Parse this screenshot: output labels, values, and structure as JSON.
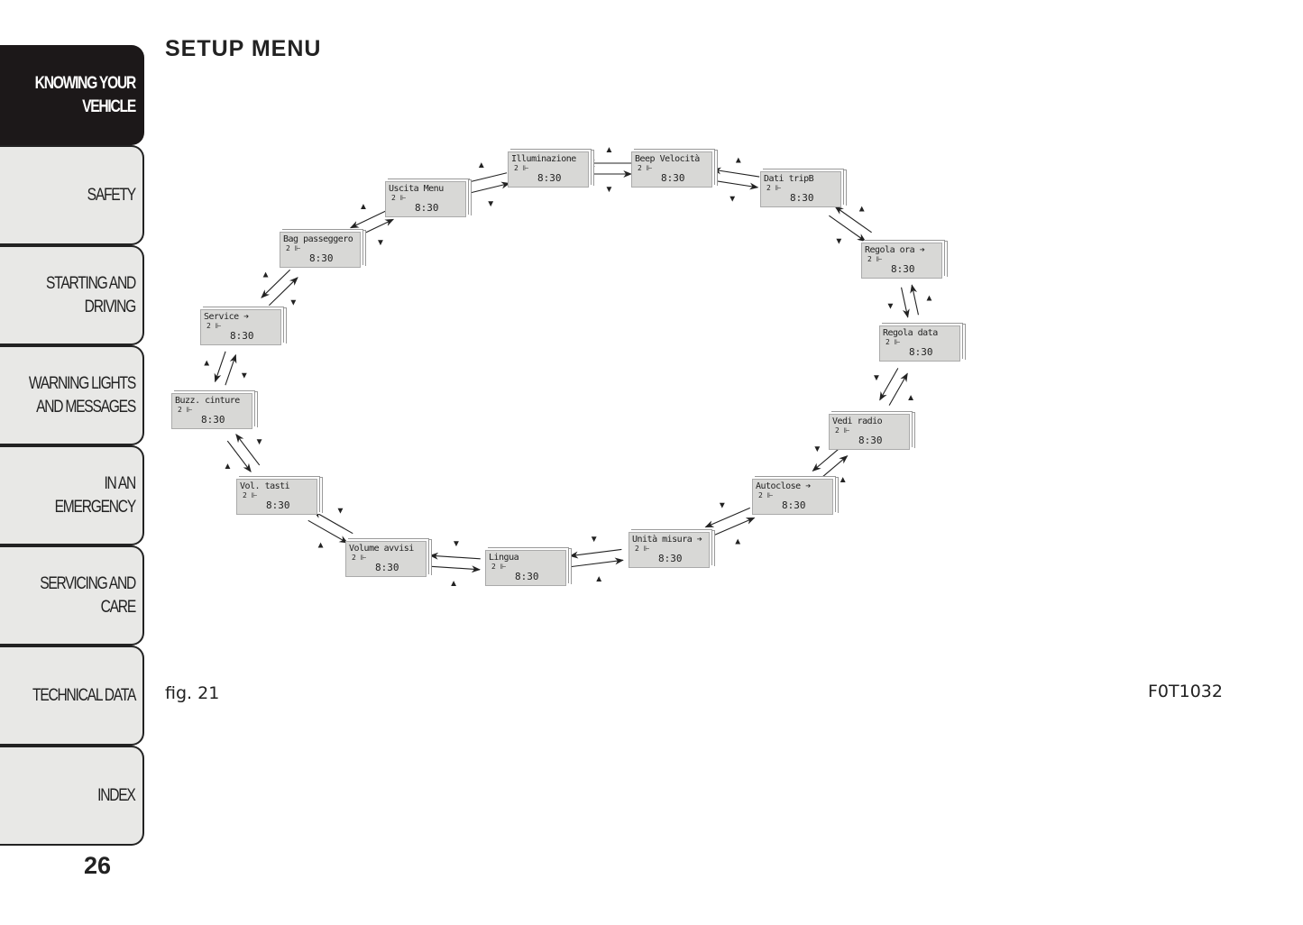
{
  "sidebar": {
    "tabs": [
      {
        "label": "KNOWING YOUR VEHICLE",
        "active": true
      },
      {
        "label": "SAFETY"
      },
      {
        "label": "STARTING AND DRIVING"
      },
      {
        "label": "WARNING LIGHTS AND MESSAGES"
      },
      {
        "label": "IN AN EMERGENCY"
      },
      {
        "label": "SERVICING AND CARE"
      },
      {
        "label": "TECHNICAL DATA"
      },
      {
        "label": "INDEX"
      }
    ]
  },
  "page_title": "SETUP MENU",
  "page_number": "26",
  "figure": {
    "caption": "fig. 21",
    "code": "F0T1032",
    "icons": {
      "up": "up-triangle-icon",
      "down": "down-triangle-icon"
    },
    "screens": [
      {
        "label": "Illuminazione",
        "indicator": "2 ⊩",
        "time": "8:30"
      },
      {
        "label": "Beep Velocità",
        "indicator": "2 ⊩",
        "time": "8:30"
      },
      {
        "label": "Dati tripB",
        "indicator": "2 ⊩",
        "time": "8:30"
      },
      {
        "label": "Regola ora ➔",
        "indicator": "2 ⊩",
        "time": "8:30"
      },
      {
        "label": "Regola data",
        "indicator": "2 ⊩",
        "time": "8:30"
      },
      {
        "label": "Vedi radio",
        "indicator": "2 ⊩",
        "time": "8:30"
      },
      {
        "label": "Autoclose ➔",
        "indicator": "2 ⊩",
        "time": "8:30"
      },
      {
        "label": "Unità misura ➔",
        "indicator": "2 ⊩",
        "time": "8:30"
      },
      {
        "label": "Lingua",
        "indicator": "2 ⊩",
        "time": "8:30"
      },
      {
        "label": "Volume avvisi",
        "indicator": "2 ⊩",
        "time": "8:30"
      },
      {
        "label": "Vol. tasti",
        "indicator": "2 ⊩",
        "time": "8:30"
      },
      {
        "label": "Buzz. cinture",
        "indicator": "2 ⊩",
        "time": "8:30"
      },
      {
        "label": "Service ➔",
        "indicator": "2 ⊩",
        "time": "8:30"
      },
      {
        "label": "Bag passeggero",
        "indicator": "2 ⊩",
        "time": "8:30"
      },
      {
        "label": "Uscita Menu",
        "indicator": "2 ⊩",
        "time": "8:30"
      }
    ]
  }
}
